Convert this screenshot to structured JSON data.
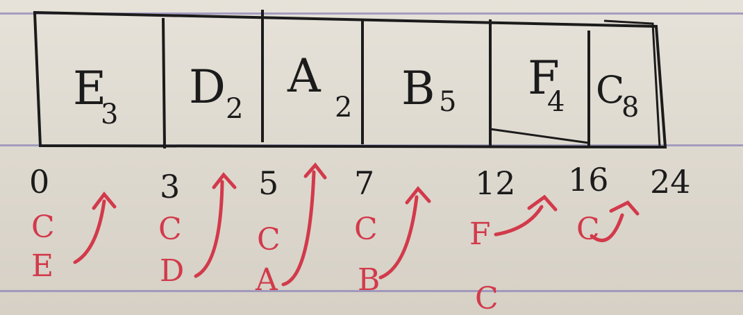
{
  "gantt": {
    "blocks": [
      {
        "name": "E",
        "burst": "3",
        "start": 0,
        "end": 3
      },
      {
        "name": "D",
        "burst": "2",
        "start": 3,
        "end": 5
      },
      {
        "name": "A",
        "burst": "2",
        "start": 5,
        "end": 7
      },
      {
        "name": "B",
        "burst": "5",
        "start": 7,
        "end": 12
      },
      {
        "name": "F",
        "burst": "4",
        "start": 12,
        "end": 16
      },
      {
        "name": "C",
        "burst": "8",
        "start": 16,
        "end": 24
      }
    ],
    "times": [
      "0",
      "3",
      "5",
      "7",
      "12",
      "16",
      "24"
    ]
  },
  "annotations": {
    "col0": [
      "C",
      "E"
    ],
    "col1": [
      "C",
      "D"
    ],
    "col2": [
      "C",
      "A"
    ],
    "col3": [
      "C",
      "B"
    ],
    "col4": [
      "F",
      "C"
    ],
    "col5": [
      "C"
    ]
  },
  "colors": {
    "ink": "#1b1b1b",
    "red": "#d23a4b",
    "line": "#8e86b8"
  }
}
